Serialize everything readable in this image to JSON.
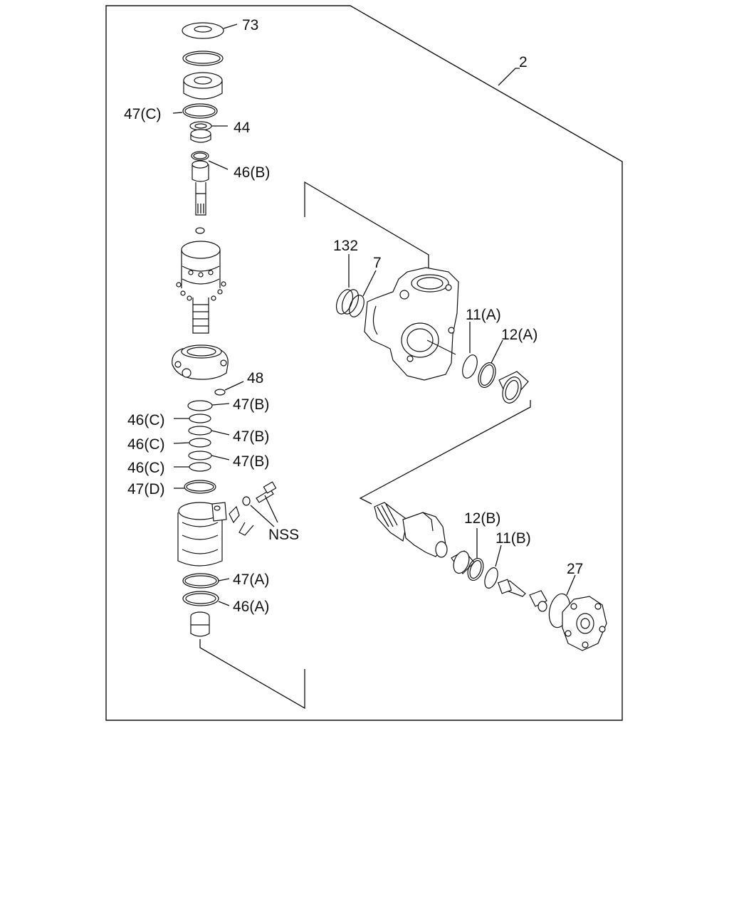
{
  "diagram": {
    "colors": {
      "ink": "#111111",
      "background": "#ffffff"
    },
    "callouts": {
      "p73": "73",
      "p2": "2",
      "p47c": "47(C)",
      "p44": "44",
      "p46b": "46(B)",
      "p132": "132",
      "p7": "7",
      "p11a": "11(A)",
      "p12a": "12(A)",
      "p48": "48",
      "p47b_1": "47(B)",
      "p46c_1": "46(C)",
      "p47b_2": "47(B)",
      "p46c_2": "46(C)",
      "p47b_3": "47(B)",
      "p46c_3": "46(C)",
      "p47d": "47(D)",
      "pnss": "NSS",
      "p12b": "12(B)",
      "p11b": "11(B)",
      "p47a": "47(A)",
      "p46a": "46(A)",
      "p27": "27"
    }
  }
}
